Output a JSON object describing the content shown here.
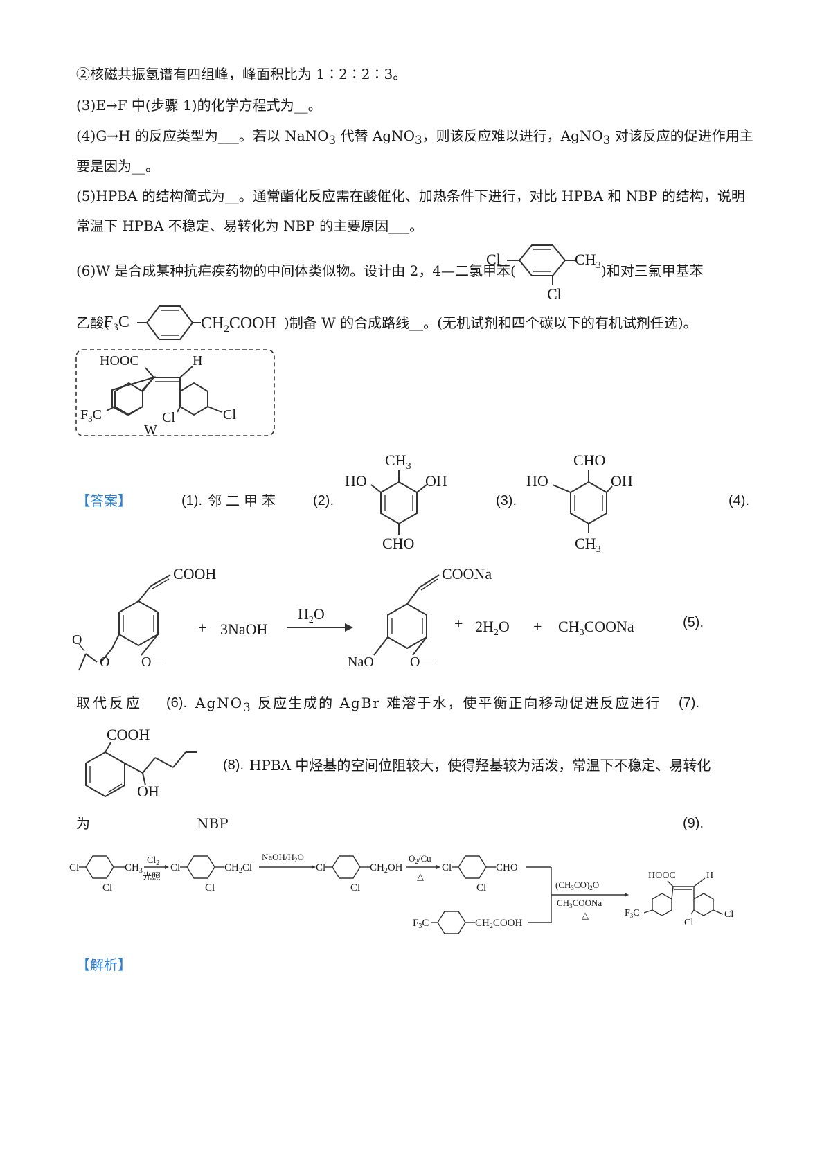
{
  "question": {
    "l1": "②核磁共振氢谱有四组峰，峰面积比为 1∶2∶2∶3。",
    "l2": "(3)E→F 中(步骤 1)的化学方程式为__。",
    "l3a": "(4)G→H 的反应类型为___。若以 NaNO",
    "l3b": " 代替 AgNO",
    "l3c": "，则该反应难以进行，AgNO",
    "l3d": " 对该反应的促进作用主",
    "l4": "要是因为__。",
    "l5": "(5)HPBA 的结构简式为__。通常酯化反应需在酸催化、加热条件下进行，对比 HPBA 和 NBP 的结构，说明",
    "l6": "常温下 HPBA 不稳定、易转化为 NBP 的主要原因___。",
    "l7a": "(6)W 是合成某种抗疟疾药物的中间体类似物。设计由 2，4—二氯甲苯(",
    "l7b": ")和对三氟甲基苯",
    "l8a": "乙酸(",
    "l8b": ")制备 W 的合成路线__。(无机试剂和四个碳以下的有机试剂任选)。",
    "sub3": "3"
  },
  "molecules": {
    "cl": "Cl",
    "ch3": "CH",
    "f3c": "F",
    "c": "C",
    "ch2cooh_a": "CH",
    "ch2cooh_b": "COOH",
    "hooc": "HOOC",
    "h": "H",
    "w": "W",
    "ho": "HO",
    "oh": "OH",
    "cho": "CHO",
    "cooh": "COOH",
    "coona": "COONa",
    "nao": "NaO",
    "o_dash": "O—",
    "o": "O",
    "plus": "+",
    "naoh": "3NaOH",
    "h2o_a": "H",
    "h2o_b": "O",
    "two_h2o": "2H",
    "ch3coona_a": "CH",
    "ch3coona_b": "COONa",
    "sub2": "2",
    "sub3": "3"
  },
  "answer": {
    "label": "【答案】",
    "n1": "(1).",
    "a1": "邻二甲苯",
    "n2": "(2).",
    "n3": "(3).",
    "n4": "(4).",
    "n5": "(5).",
    "a5": "取代反应",
    "n6": "(6).",
    "a6a": "AgNO",
    "a6b": " 反应生成的  AgBr  难溶于水，使平衡正向移动促进反应进行",
    "n7": "(7).",
    "n8": "(8).",
    "a8": "HPBA 中烃基的空间位阻较大，使得羟基较为活泼，常温下不稳定、易转化",
    "a8b1": "为",
    "a8b2": "NBP",
    "n9": "(9)."
  },
  "route": {
    "cl2": "Cl",
    "light": "光照",
    "ch2cl": "CH",
    "naoh_h2o": "NaOH/H",
    "ch2oh": "CH",
    "o2cu": "O",
    "o2cu_b": "/Cu",
    "heat": "△",
    "cho": "CHO",
    "ac2o": "(CH",
    "ac2o_b": "CO)",
    "ac2o_c": "O",
    "ch3coona": "CH",
    "ch3coona_b": "COONa",
    "f3c": "F",
    "ch2cooh": "CH",
    "ch2cooh_b": "COOH"
  },
  "analysis": {
    "label": "【解析】"
  }
}
